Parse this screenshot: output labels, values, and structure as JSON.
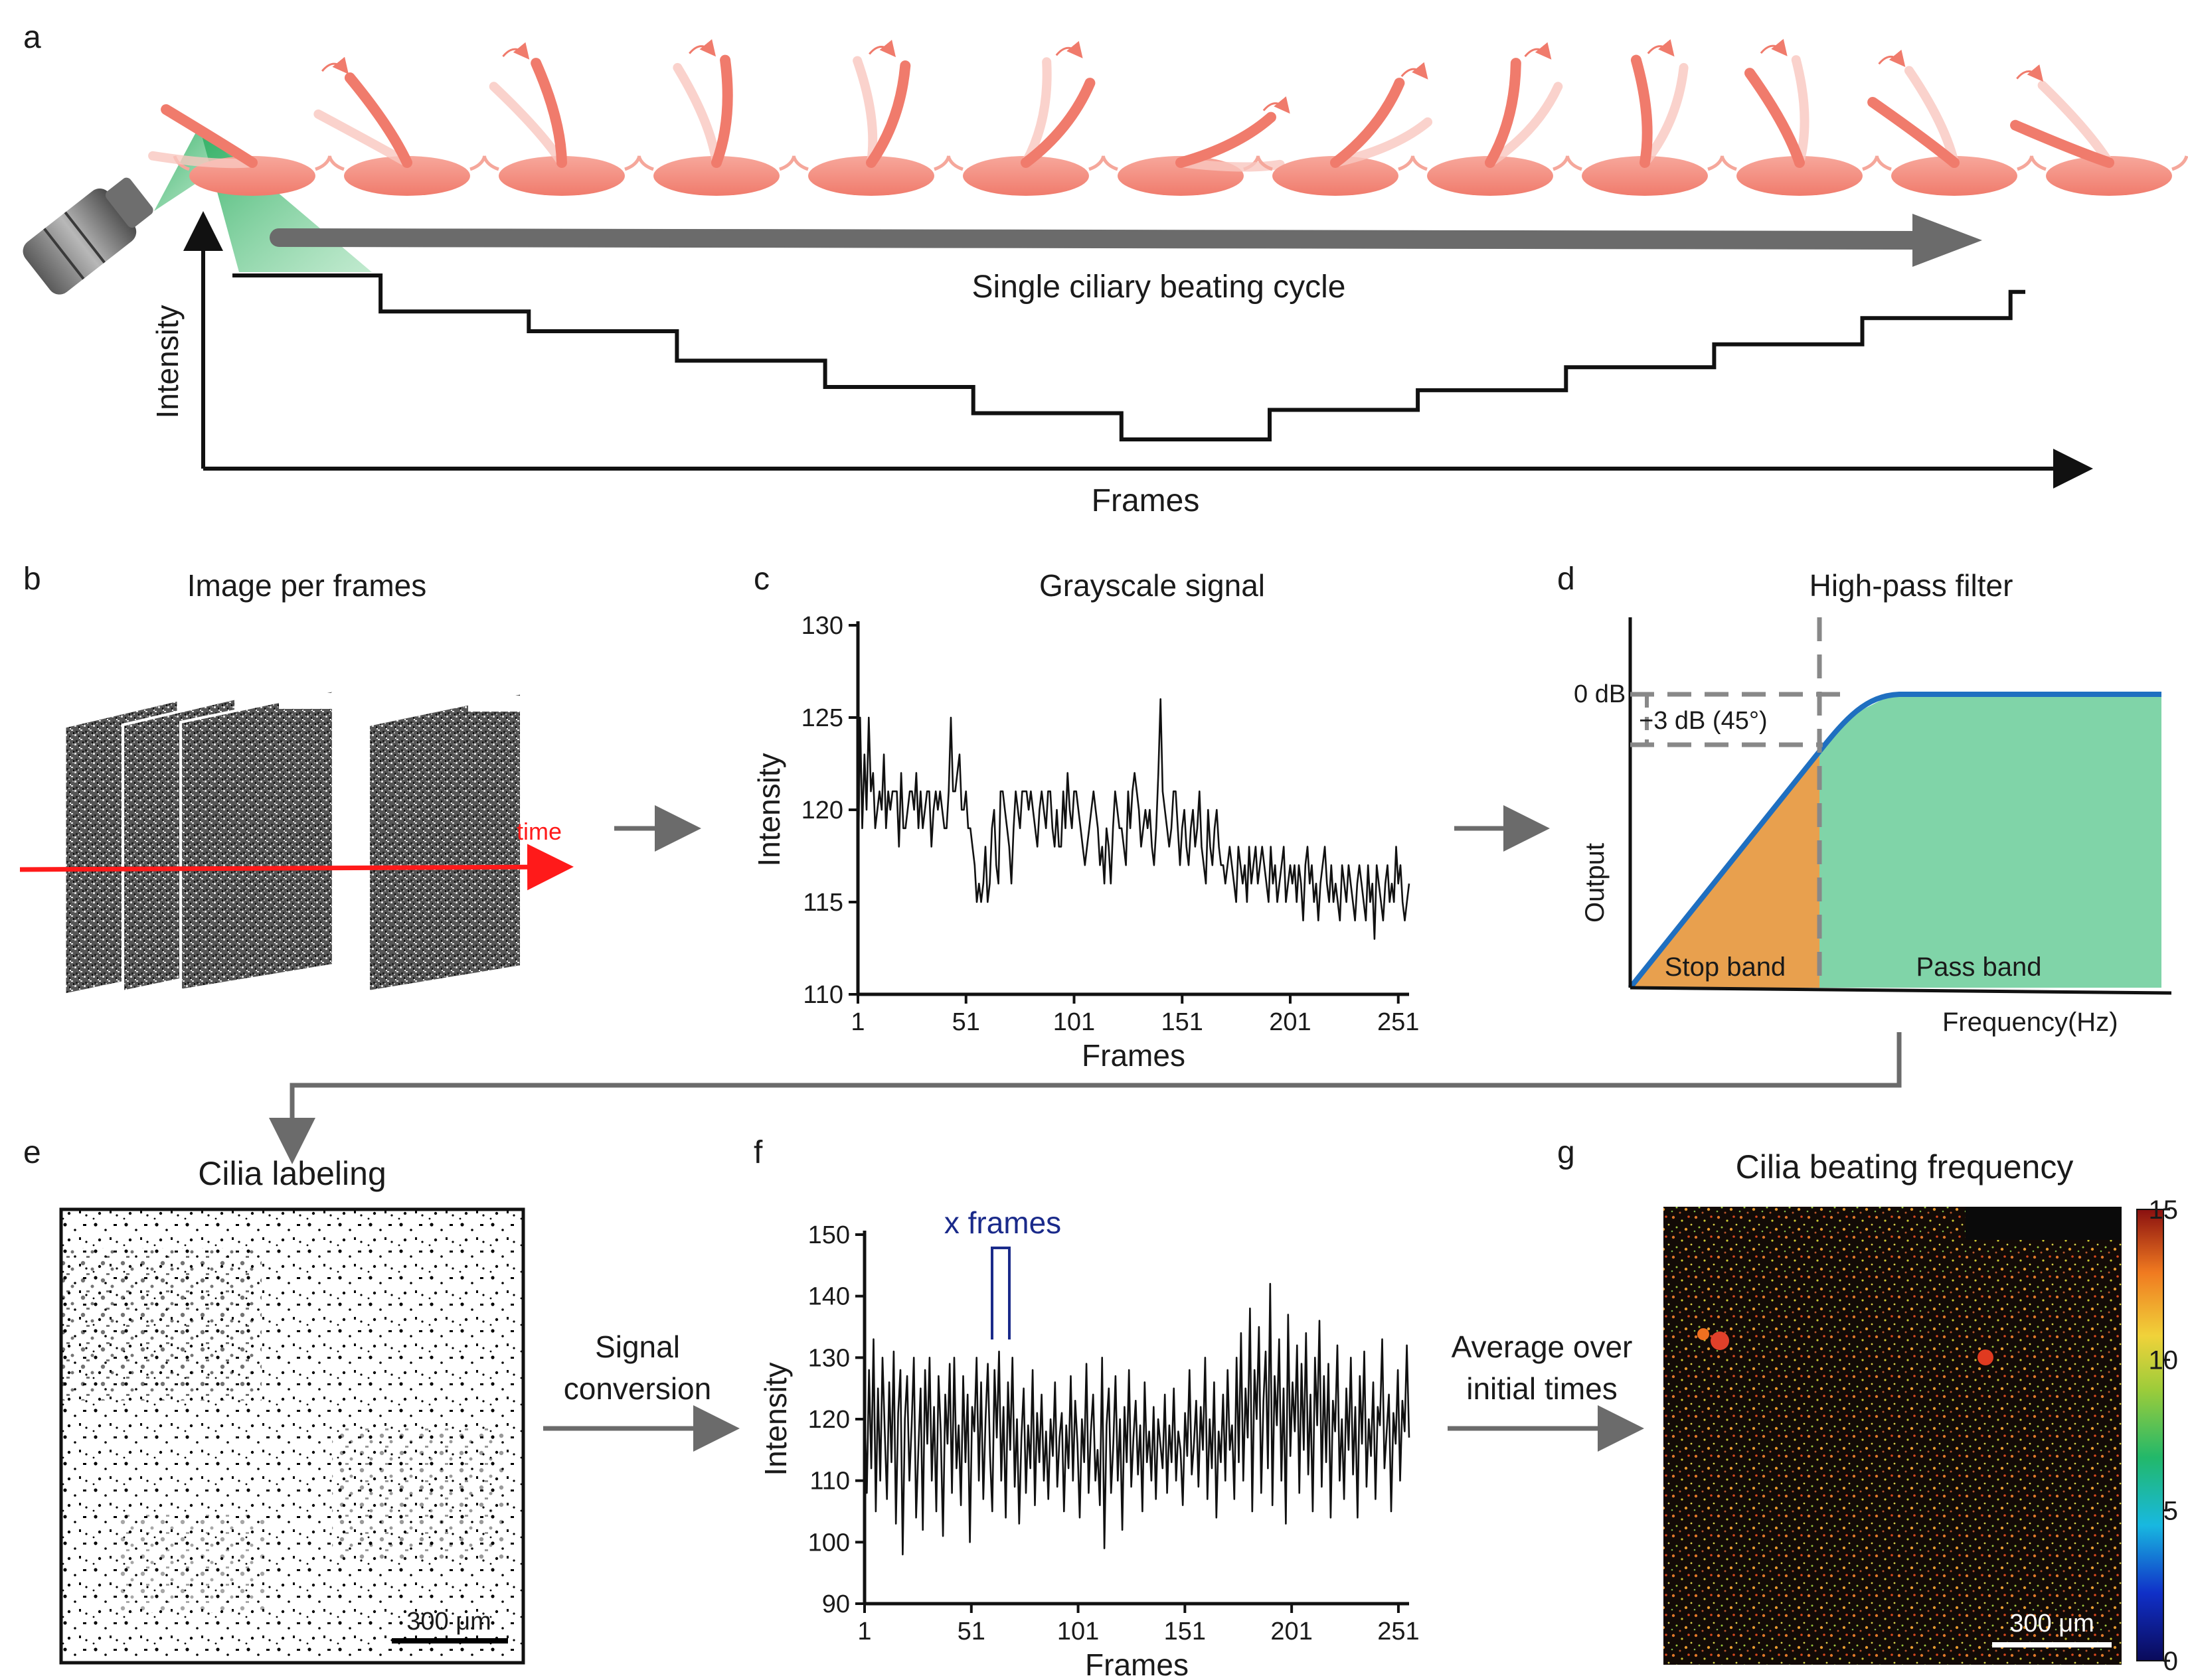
{
  "panels": {
    "a": {
      "letter": "a",
      "cycle_label": "Single ciliary beating cycle",
      "ylabel": "Intensity",
      "xlabel": "Frames"
    },
    "b": {
      "letter": "b",
      "title": "Image per frames",
      "time_label": "time"
    },
    "c": {
      "letter": "c",
      "title": "Grayscale signal"
    },
    "d": {
      "letter": "d",
      "title": "High-pass filter",
      "db0": "0 dB",
      "db3": "−3 dB (45°)",
      "ylabel": "Output",
      "xlabel": "Frequency(Hz)",
      "stop_band": "Stop band",
      "pass_band": "Pass band"
    },
    "e": {
      "letter": "e",
      "title": "Cilia labeling",
      "scale": "300 μm"
    },
    "f": {
      "letter": "f",
      "annotation": "x frames"
    },
    "g": {
      "letter": "g",
      "title": "Cilia beating frequency",
      "scale": "300 μm"
    }
  },
  "arrows": {
    "e_to_f_line1": "Signal",
    "e_to_f_line2": "conversion",
    "f_to_g_line1": "Average over",
    "f_to_g_line2": "initial times"
  },
  "colorbar": {
    "ticks": [
      "15",
      "10",
      "5",
      "0"
    ],
    "min": 0,
    "max": 15
  },
  "colors": {
    "tissue": "#f28c7f",
    "beam": "#3cb371",
    "arrow": "#6b6b6b",
    "filter_line": "#1f6fc0",
    "stop_fill": "#e8a04e",
    "pass_fill": "#80d4a8",
    "red_axis": "#ff1a1a",
    "annot": "#1a2a8a"
  },
  "chart_data": [
    {
      "panel": "a",
      "type": "line",
      "x": [
        1,
        2,
        3,
        4,
        5,
        6,
        7,
        8,
        9,
        10,
        11,
        12
      ],
      "values": [
        10.0,
        8.9,
        8.3,
        7.4,
        6.6,
        5.8,
        5.0,
        5.9,
        6.5,
        7.2,
        7.9,
        8.7,
        9.5
      ],
      "xlabel": "Frames",
      "ylabel": "Intensity"
    },
    {
      "panel": "c",
      "type": "line",
      "title": "Grayscale signal",
      "xlabel": "Frames",
      "ylabel": "Intensity",
      "xlim": [
        1,
        256
      ],
      "ylim": [
        110,
        130
      ],
      "xticks": [
        1,
        51,
        101,
        151,
        201,
        251
      ],
      "yticks": [
        110,
        115,
        120,
        125,
        130
      ],
      "values": [
        116,
        125,
        119,
        123,
        120,
        125,
        121,
        122,
        119,
        120,
        121,
        120,
        123,
        119,
        121,
        120,
        121,
        121,
        121,
        118,
        122,
        119,
        119,
        120,
        121,
        121,
        120,
        122,
        119,
        121,
        119,
        120,
        121,
        121,
        118,
        120,
        121,
        120,
        121,
        120,
        119,
        119,
        121,
        125,
        121,
        121,
        122,
        123,
        120,
        120,
        121,
        119,
        119,
        118,
        117,
        115,
        116,
        115,
        116,
        118,
        115,
        116,
        119,
        120,
        117,
        116,
        121,
        121,
        120,
        119,
        118,
        116,
        119,
        121,
        120,
        119,
        121,
        121,
        121,
        120,
        121,
        120,
        119,
        118,
        120,
        121,
        120,
        119,
        121,
        121,
        119,
        118,
        120,
        118,
        118,
        121,
        119,
        122,
        120,
        119,
        121,
        121,
        120,
        119,
        118,
        117,
        118,
        119,
        120,
        121,
        120,
        119,
        117,
        118,
        116,
        119,
        118,
        116,
        119,
        121,
        120,
        119,
        119,
        118,
        117,
        121,
        119,
        121,
        122,
        121,
        120,
        118,
        119,
        120,
        119,
        120,
        118,
        117,
        119,
        122,
        126,
        121,
        120,
        119,
        118,
        119,
        121,
        121,
        119,
        117,
        119,
        120,
        118,
        117,
        119,
        120,
        118,
        119,
        121,
        118,
        117,
        116,
        120,
        118,
        117,
        119,
        120,
        118,
        117,
        117,
        116,
        117,
        118,
        117,
        116,
        115,
        118,
        117,
        116,
        117,
        115,
        118,
        116,
        117,
        118,
        116,
        117,
        118,
        117,
        116,
        115,
        118,
        116,
        117,
        115,
        116,
        117,
        118,
        115,
        116,
        117,
        116,
        117,
        115,
        117,
        116,
        114,
        117,
        118,
        116,
        117,
        115,
        116,
        114,
        116,
        117,
        118,
        116,
        115,
        117,
        115,
        116,
        115,
        114,
        117,
        116,
        115,
        117,
        116,
        115,
        114,
        116,
        117,
        116,
        115,
        114,
        117,
        115,
        116,
        113,
        117,
        116,
        115,
        114,
        116,
        117,
        115,
        116,
        115,
        118,
        116,
        117,
        115,
        114,
        115,
        116
      ],
      "grid": false
    },
    {
      "panel": "d",
      "type": "line",
      "x": [
        0,
        1,
        2,
        3,
        4,
        5,
        6,
        7
      ],
      "values": [
        0.0,
        0.25,
        0.5,
        0.72,
        0.95,
        1.0,
        1.0,
        1.0
      ],
      "xlabel": "Frequency(Hz)",
      "ylabel": "Output"
    },
    {
      "panel": "f",
      "type": "line",
      "xlabel": "Frames",
      "ylabel": "Intensity",
      "xlim": [
        1,
        256
      ],
      "ylim": [
        90,
        150
      ],
      "xticks": [
        1,
        51,
        101,
        151,
        201,
        251
      ],
      "yticks": [
        90,
        100,
        110,
        120,
        130,
        140,
        150
      ],
      "values": [
        122,
        108,
        128,
        112,
        133,
        105,
        125,
        110,
        130,
        118,
        107,
        126,
        113,
        131,
        103,
        121,
        128,
        98,
        120,
        127,
        110,
        119,
        130,
        104,
        115,
        125,
        102,
        128,
        116,
        130,
        110,
        122,
        105,
        127,
        118,
        101,
        124,
        116,
        129,
        108,
        130,
        112,
        119,
        106,
        127,
        113,
        124,
        100,
        122,
        118,
        130,
        110,
        126,
        107,
        120,
        129,
        114,
        105,
        128,
        117,
        131,
        110,
        122,
        104,
        126,
        115,
        130,
        109,
        120,
        103,
        117,
        125,
        108,
        119,
        112,
        128,
        106,
        121,
        113,
        124,
        110,
        118,
        107,
        120,
        114,
        126,
        109,
        117,
        121,
        105,
        119,
        112,
        127,
        110,
        123,
        116,
        104,
        120,
        113,
        129,
        108,
        118,
        124,
        110,
        115,
        106,
        130,
        99,
        119,
        125,
        108,
        116,
        127,
        110,
        120,
        102,
        122,
        113,
        128,
        109,
        117,
        123,
        111,
        119,
        105,
        126,
        113,
        118,
        110,
        122,
        107,
        120,
        116,
        112,
        124,
        108,
        119,
        113,
        125,
        110,
        118,
        115,
        106,
        121,
        114,
        128,
        111,
        116,
        123,
        109,
        122,
        115,
        130,
        107,
        120,
        112,
        126,
        104,
        118,
        113,
        124,
        110,
        128,
        115,
        119,
        107,
        130,
        113,
        134,
        110,
        125,
        117,
        138,
        105,
        128,
        120,
        135,
        108,
        123,
        131,
        112,
        142,
        106,
        127,
        119,
        133,
        110,
        125,
        103,
        137,
        114,
        126,
        118,
        132,
        108,
        129,
        115,
        134,
        111,
        124,
        105,
        130,
        119,
        136,
        109,
        127,
        113,
        129,
        104,
        123,
        118,
        132,
        110,
        120,
        107,
        125,
        115,
        130,
        111,
        122,
        104,
        127,
        116,
        131,
        109,
        120,
        114,
        126,
        107,
        122,
        119,
        133,
        112,
        118,
        124,
        105,
        121,
        116,
        128,
        110,
        123,
        118,
        132,
        117
      ]
    }
  ]
}
